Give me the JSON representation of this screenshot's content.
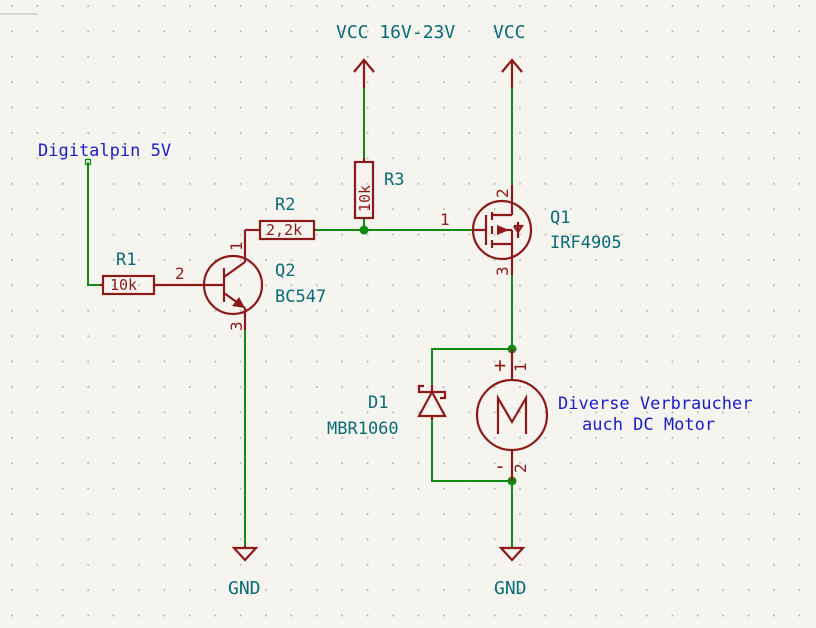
{
  "labels": {
    "vcc_high": "VCC 16V-23V",
    "vcc": "VCC",
    "gnd_left": "GND",
    "gnd_right": "GND",
    "digitalpin": "Digitalpin 5V",
    "note_line1": "Diverse Verbraucher",
    "note_line2": "auch DC Motor"
  },
  "components": {
    "r1": {
      "ref": "R1",
      "value": "10k",
      "pin": "2"
    },
    "r2": {
      "ref": "R2",
      "value": "2,2k",
      "pin": "1"
    },
    "r3": {
      "ref": "R3",
      "value": "10k"
    },
    "q2": {
      "ref": "Q2",
      "value": "BC547",
      "pin3": "3"
    },
    "q1": {
      "ref": "Q1",
      "value": "IRF4905",
      "pin1": "1",
      "pin2": "2",
      "pin3": "3"
    },
    "d1": {
      "ref": "D1",
      "value": "MBR1060"
    },
    "m1": {
      "plus": "+",
      "minus": "-",
      "pin1": "1",
      "pin2": "2"
    }
  },
  "colors": {
    "wire": "#138a13",
    "symbol": "#8c1a1a",
    "power_label": "#0a6b76",
    "note": "#1c1cc4",
    "background": "#f5f4ef"
  }
}
